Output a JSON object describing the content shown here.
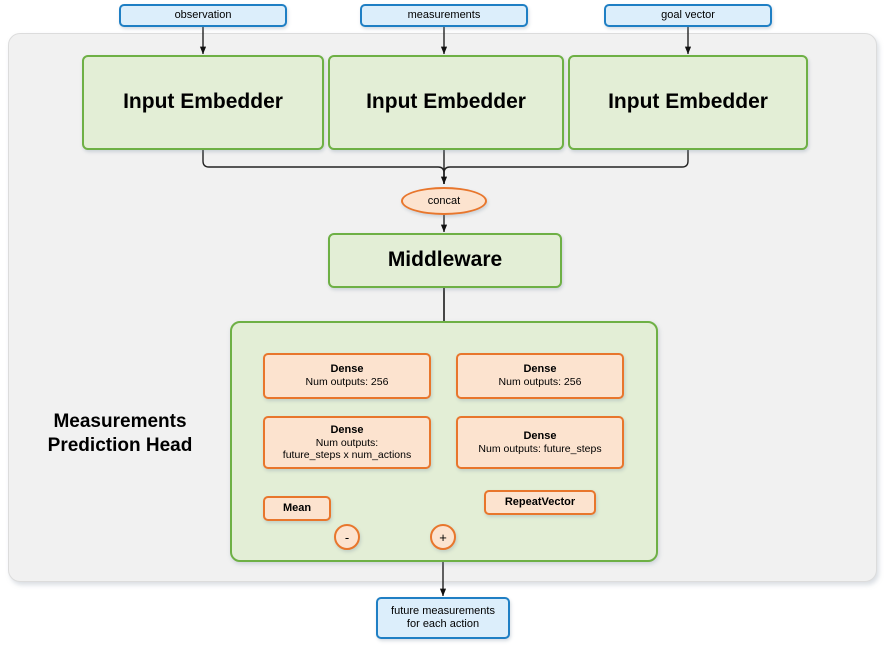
{
  "diagram": {
    "title": "Measurements Prediction Head network diagram",
    "colors": {
      "input_border": "#1f7fc4",
      "input_fill": "#dceefb",
      "green_border": "#6eb045",
      "green_fill": "#e3eed6",
      "orange_border": "#e8762c",
      "orange_fill": "#fce3cf",
      "panel_fill": "#f1f1f1",
      "edge": "#222222"
    }
  },
  "inputs": [
    {
      "label": "observation"
    },
    {
      "label": "measurements"
    },
    {
      "label": "goal vector"
    }
  ],
  "embedders": [
    {
      "label": "Input Embedder"
    },
    {
      "label": "Input Embedder"
    },
    {
      "label": "Input Embedder"
    }
  ],
  "concat": {
    "label": "concat"
  },
  "middleware": {
    "label": "Middleware"
  },
  "head": {
    "title_line1": "Measurements",
    "title_line2": "Prediction Head",
    "left_branch": {
      "dense1": {
        "title": "Dense",
        "line1": "Num outputs: 256"
      },
      "dense2": {
        "title": "Dense",
        "line1": "Num outputs:",
        "line2": "future_steps x num_actions"
      },
      "mean": {
        "label": "Mean"
      },
      "op": {
        "label": "-"
      }
    },
    "right_branch": {
      "dense1": {
        "title": "Dense",
        "line1": "Num outputs: 256"
      },
      "dense2": {
        "title": "Dense",
        "line1": "Num outputs: future_steps"
      },
      "repeat_vector": {
        "label": "RepeatVector"
      }
    },
    "merge_op": {
      "label": "+"
    }
  },
  "output": {
    "line1": "future measurements",
    "line2": "for each action"
  }
}
